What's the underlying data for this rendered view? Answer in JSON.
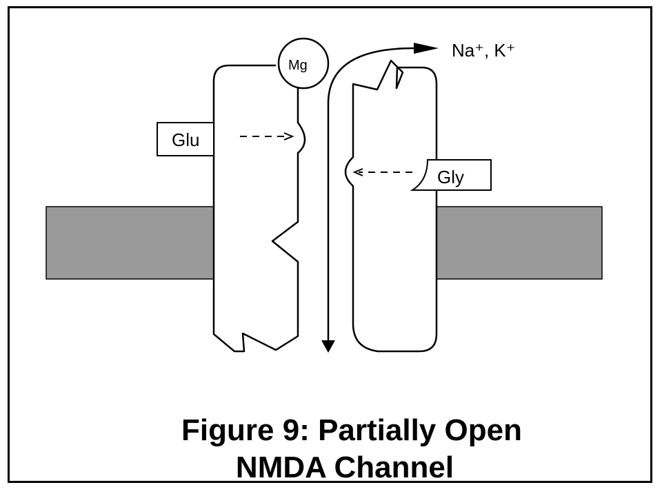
{
  "diagram": {
    "labels": {
      "glutamate": "Glu",
      "glycine": "Gly",
      "magnesium": "Mg",
      "ions": "Na⁺, K⁺"
    },
    "caption": {
      "line1": "Figure 9: Partially Open",
      "line2": "NMDA Channel"
    },
    "colors": {
      "membrane": "#9a9a9a",
      "stroke": "#000000",
      "background": "#ffffff"
    }
  }
}
